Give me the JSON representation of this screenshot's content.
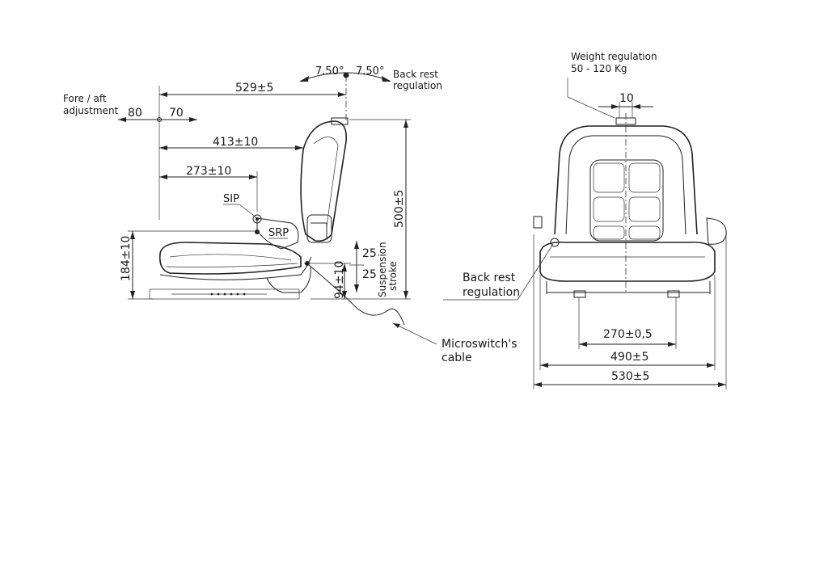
{
  "side_view": {
    "backrest_angle_left": "7.50°",
    "backrest_angle_right": "7.50°",
    "backrest_regulation_label": [
      "Back rest",
      "regulation"
    ],
    "fore_aft_label": [
      "Fore / aft",
      "adjustment"
    ],
    "fore_value": "80",
    "aft_value": "70",
    "dim_overall_length": "529±5",
    "dim_backrest_depth": "413±10",
    "dim_sip_depth": "273±10",
    "sip_label": "SIP",
    "srp_label": "SRP",
    "dim_seat_height": "184±10",
    "dim_total_height": "500±5",
    "suspension_up": "25",
    "suspension_down": "25",
    "dim_sip_height": "94±10",
    "suspension_label": [
      "Suspension",
      "stroke"
    ],
    "microswitch_label": [
      "Microswitch's",
      "cable"
    ]
  },
  "front_view": {
    "weight_regulation_label": [
      "Weight regulation",
      "50 - 120 Kg"
    ],
    "dim_knob": "10",
    "backrest_regulation_label": [
      "Back rest",
      "regulation"
    ],
    "dim_rail_spacing": "270±0,5",
    "dim_seat_width": "490±5",
    "dim_overall_width": "530±5"
  }
}
